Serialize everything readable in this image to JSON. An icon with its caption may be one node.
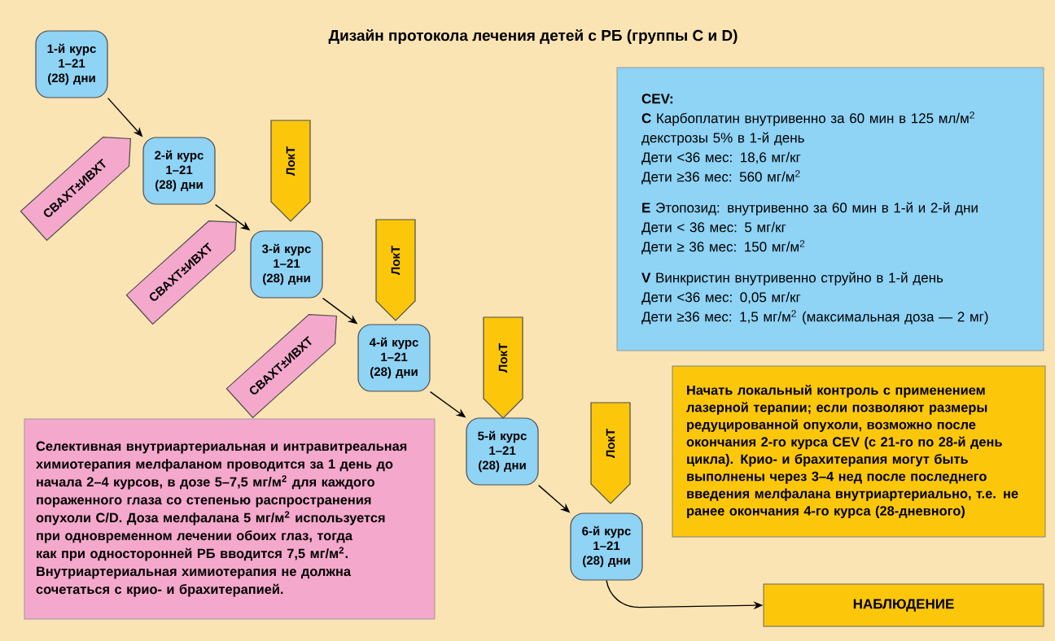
{
  "diagram": {
    "title": "Дизайн протокола лечения детей с РБ (группы C и D)",
    "nodes": [
      {
        "text": [
          "1-й курс 1–21 (28) дни"
        ]
      },
      {
        "text": [
          "2-й курс 1–21 (28) дни"
        ]
      },
      {
        "text": [
          "3-й курс 1–21 (28) дни"
        ]
      },
      {
        "text": [
          "4-й курс 1–21 (28) дни"
        ]
      },
      {
        "text": [
          "5-й курс 1–21 (28) дни"
        ]
      },
      {
        "text": [
          "6-й курс 1–21 (28) дни"
        ]
      },
      {
        "text": [
          "СВАХТ±ИВХТ"
        ]
      },
      {
        "text": [
          "ЛокТ"
        ]
      },
      {
        "text": [
          "СВАХТ±ИВХТ"
        ]
      },
      {
        "text": [
          "ЛокТ"
        ]
      },
      {
        "text": [
          "СВАХТ±ИВХТ"
        ]
      },
      {
        "text": [
          "ЛокТ"
        ]
      },
      {
        "text": [
          "ЛокТ"
        ]
      },
      {
        "text": [
          "CEV:",
          "**C** Карбоплатин внутривенно за 60 мин в 125 мл/м$^{2}$ декстрозы 5% в 1-й день",
          "Дети <36 мес: 18,6 мг/кг",
          "Дети ≥36 мес: 560 мг/м$^{2}$",
          "**E** Этопозид: внутривенно за 60 мин в 1-й и 2-й дни",
          "Дети < 36 мес: 5 мг/кг",
          "Дети ≥ 36 мес: 150 мг/м$^{2}$",
          "**V** Винкристин внутривенно струйно в 1-й день",
          "Дети <36 мес: 0,05 мг/кг",
          "Дети ≥36 мес: 1,5 мг/м$^{2}$ (максимальная доза — 2 мг)"
        ]
      },
      {
        "text": [
          "Начать локальный контроль с применением лазерной терапии; если позволяют размеры редуцированной опухоли, возможно после окончания 2-го курса CEV (с 21-го по 28-й день цикла). Крио- и брахитерапия могут быть выполнены через 3–4 нед после последнего введения мелфалана внутриартериально, т.е. не ранее окончания 4-го курса (28-дневного)"
        ]
      },
      {
        "text": [
          "Селективная внутриартериальная и интравитреальная химиотерапия мелфаланом проводится за 1 день до начала 2–4 курсов, в дозе 5–7,5 мг/м$^{2}$ для каждого пораженного глаза со степенью распространения опухоли C/D. Доза мелфалана 5 мг/м$^{2}$ используется при одновременном лечении обоих глаз, тогда как при односторонней РБ вводится 7,5 мг/м$^{2}$. Внутриартериальная химиотерапия не должна сочетаться с крио- и брахитерапией."
        ]
      },
      {
        "text": [
          "НАБЛЮДЕНИЕ"
        ]
      }
    ],
    "edges": [
      {
        "from": 0,
        "to": 1,
        "arrow": "to"
      },
      {
        "from": 1,
        "to": 2,
        "arrow": "to"
      },
      {
        "from": 2,
        "to": 3,
        "arrow": "to"
      },
      {
        "from": 3,
        "to": 4,
        "arrow": "to"
      },
      {
        "from": 4,
        "to": 5,
        "arrow": "to"
      },
      {
        "from": 5,
        "to": 16,
        "arrow": "to"
      }
    ]
  }
}
